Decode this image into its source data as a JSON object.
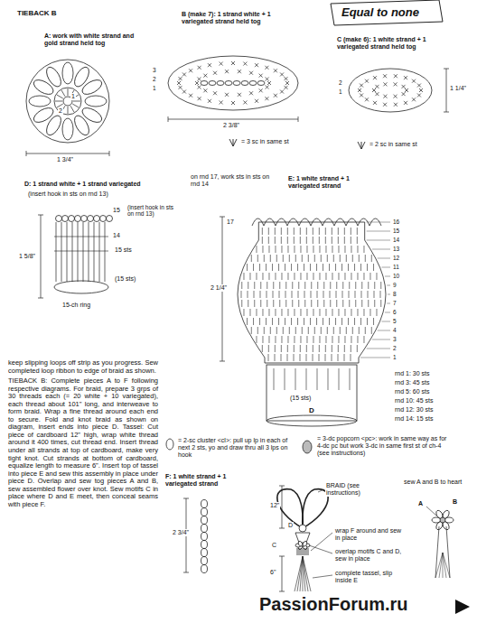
{
  "diagram": {
    "title": "Equal to none",
    "labels": [
      "TIEBACK B",
      "A: work with white strand and gold strand held tog",
      "1",
      "2",
      "1 3/4\"",
      "B (make 7): 1 strand white + 1 variegated strand held tog",
      "3",
      "2",
      "1",
      "2 3/8\"",
      "= 3 sc in same st",
      "C (make 6): 1 white strand + 1 variegated strand held tog",
      "2",
      "1",
      "1 1/4\"",
      "= 2 sc in same st",
      "D: 1 strand white + 1 strand variegated",
      "(insert hook in sts on rnd 13)",
      "15",
      "(insert hook in sts on rnd 13)",
      "14",
      "15 sts",
      "(15 sts)",
      "15-ch ring",
      "1 5/8\"",
      "on rnd 17, work sts in sts on rnd 14",
      "E: 1 white strand + 1 variegated strand",
      "17",
      "16",
      "15",
      "14",
      "13",
      "12",
      "11",
      "10",
      "9",
      "8",
      "7",
      "6",
      "5",
      "4",
      "3",
      "2",
      "1",
      "2 1/4\"",
      "(15 sts)",
      "D",
      "rnd 1: 30 sts",
      "rnd 3: 45 sts",
      "rnd 5: 60 sts",
      "rnd 10: 45 sts",
      "rnd 12: 30 sts",
      "rnd 14: 15 sts",
      "= 2-sc cluster <cl>: pull up lp in each of next 2 sts, yo and draw thru all 3 lps on hook",
      "= 3-dc popcorn <pc>: work in same way as for 4-dc pc but work 3-dc in same first st of ch-4 (see instructions)",
      "keep slipping loops off strip as you progress. Sew completed loop ribbon to edge of braid as shown.",
      "TIEBACK B: Complete pieces A to F following respective diagrams. For braid, prepare 3 grps of 30 threads each (= 20 white + 10 variegated), each thread about 101\" long, and interweave to form braid. Wrap a fine thread around each end to secure. Fold and knot braid as shown on diagram, insert ends into piece D. Tassel: Cut piece of cardboard 12\" high, wrap white thread around it 400 times, cut thread end. Insert thread under all strands at top of cardboard, make very tight knot. Cut strands at bottom of cardboard, equalize length to measure 6\". Insert top of tassel into piece E and sew this assembly in place under piece D. Overlap and sew tog pieces A and B, sew assembled flower over knot. Sew motifs C in place where D and E meet, then conceal seams with piece F.",
      "F: 1 white strand + 1 variegated strand",
      "2 3/4\"",
      "BRAID (see instructions)",
      "12\"",
      "D",
      "C",
      "6\"",
      "wrap F around and sew in place",
      "overlap motifs C and D, sew in place",
      "complete tassel, slip inside E",
      "sew A and B to heart",
      "B",
      "A",
      "PassionForum.ru"
    ]
  }
}
